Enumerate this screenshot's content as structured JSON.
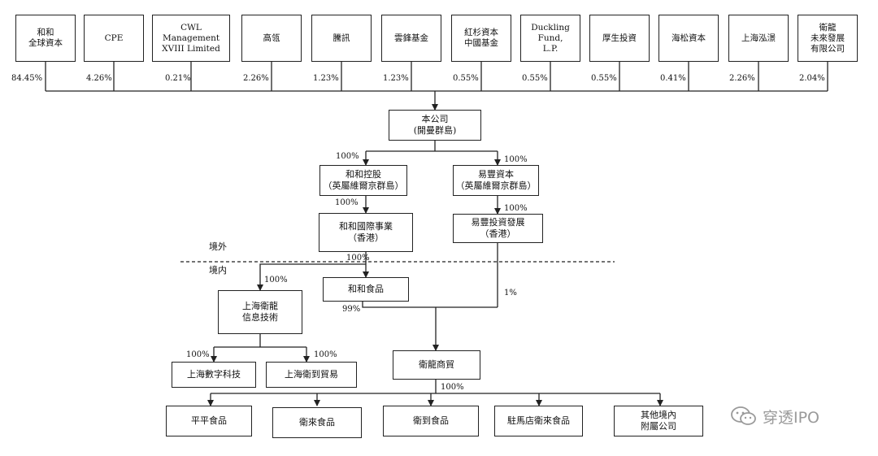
{
  "shareholders": [
    {
      "name": "和和\n全球資本",
      "pct": "84.45%"
    },
    {
      "name": "CPE",
      "pct": "4.26%"
    },
    {
      "name": "CWL Management\nXVIII Limited",
      "pct": "0.21%"
    },
    {
      "name": "高瓴",
      "pct": "2.26%"
    },
    {
      "name": "騰訊",
      "pct": "1.23%"
    },
    {
      "name": "雲鋒基金",
      "pct": "1.23%"
    },
    {
      "name": "紅杉資本\n中國基金",
      "pct": "0.55%"
    },
    {
      "name": "Duckling\nFund,\nL.P.",
      "pct": "0.55%"
    },
    {
      "name": "厚生投資",
      "pct": "0.55%"
    },
    {
      "name": "海松資本",
      "pct": "0.41%"
    },
    {
      "name": "上海泓澋",
      "pct": "2.26%"
    },
    {
      "name": "衛龍\n未來發展\n有限公司",
      "pct": "2.04%"
    }
  ],
  "company": "本公司\n(開曼群島)",
  "bvi": [
    {
      "name": "和和控股\n（英屬維爾京群島）",
      "pct": "100%"
    },
    {
      "name": "易豐資本\n（英屬維爾京群島）",
      "pct": "100%"
    }
  ],
  "hk": [
    {
      "name": "和和國際事業\n（香港）",
      "pct": "100%"
    },
    {
      "name": "易豐投資發展\n（香港）",
      "pct": "100%"
    }
  ],
  "regions": {
    "offshore": "境外",
    "onshore": "境内"
  },
  "hehe_food": {
    "name": "和和食品",
    "pct_from_hk": "100%",
    "pct_to_trade": "99%"
  },
  "yifeng_to_trade_pct": "1%",
  "info_tech": {
    "name": "上海衛龍\n信息技術",
    "pct": "100%"
  },
  "info_subs": [
    {
      "name": "上海數字科技",
      "pct": "100%"
    },
    {
      "name": "上海衛到貿易",
      "pct": "100%"
    }
  ],
  "trade": {
    "name": "衛龍商貿",
    "subs_pct": "100%"
  },
  "trade_subs": [
    {
      "name": "平平食品"
    },
    {
      "name": "衛來食品"
    },
    {
      "name": "衛到食品"
    },
    {
      "name": "駐馬店衛來食品"
    },
    {
      "name": "其他境內\n附屬公司"
    }
  ],
  "watermark": "穿透IPO"
}
